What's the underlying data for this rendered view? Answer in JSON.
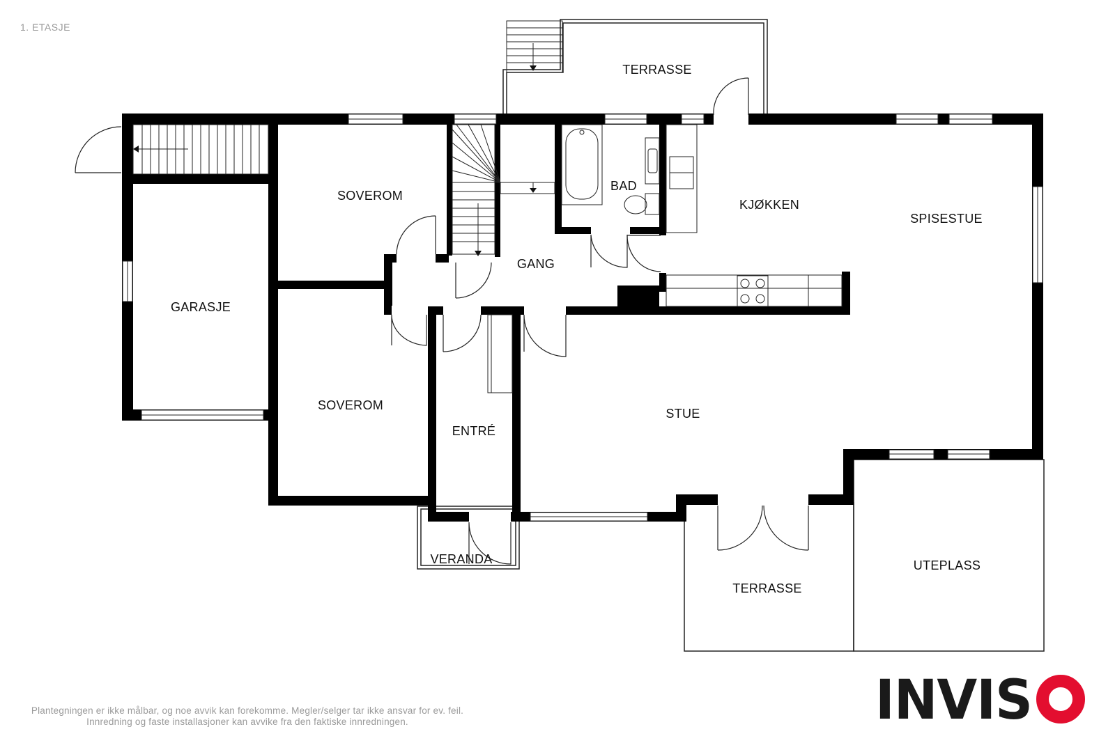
{
  "floor_label": "1. ETASJE",
  "rooms": {
    "terrasse_top": "TERRASSE",
    "soverom_1": "SOVEROM",
    "bad": "BAD",
    "kjokken": "KJØKKEN",
    "spisestue": "SPISESTUE",
    "gang": "GANG",
    "garasje": "GARASJE",
    "soverom_2": "SOVEROM",
    "entre": "ENTRÉ",
    "stue": "STUE",
    "veranda": "VERANDA",
    "uteplass": "UTEPLASS",
    "terrasse_bottom": "TERRASSE"
  },
  "disclaimer": {
    "line1": "Plantegningen er ikke målbar, og noe avvik kan forekomme. Megler/selger tar ikke ansvar for ev. feil.",
    "line2": "Innredning og faste installasjoner kan avvike fra den faktiske innredningen."
  },
  "logo": {
    "text": "INVIS",
    "text_color": "#1a1a1a",
    "accent_color": "#e30e2f"
  }
}
